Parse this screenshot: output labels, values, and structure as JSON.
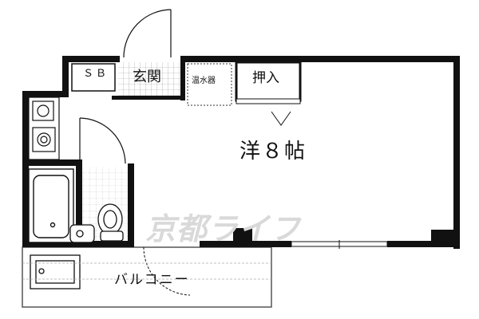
{
  "floor_plan": {
    "rooms": {
      "main": "洋８帖",
      "entrance": "玄関",
      "closet": "押入",
      "shoe_box": "ＳＢ",
      "water_heater": "温水器",
      "balcony": "バルコニー"
    },
    "watermark": "京都ライフ"
  }
}
